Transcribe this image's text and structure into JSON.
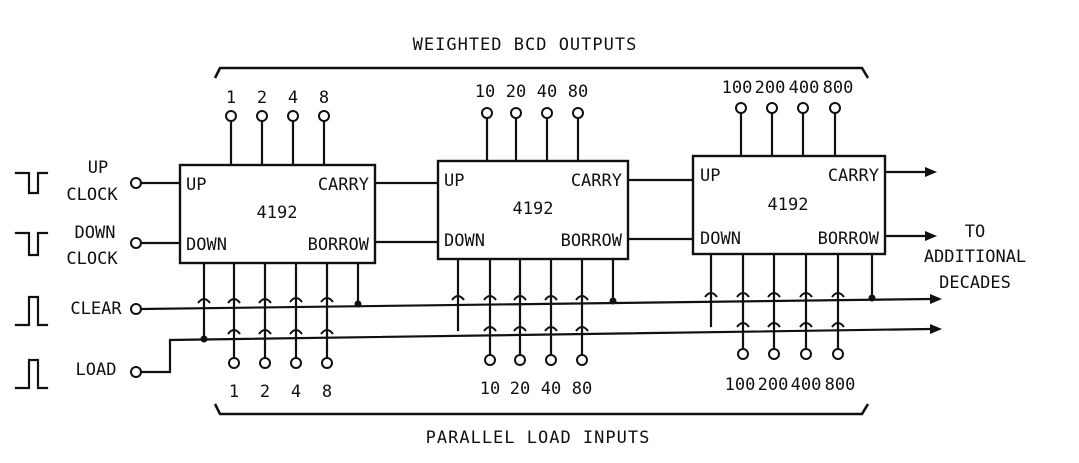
{
  "header": {
    "title": "WEIGHTED BCD OUTPUTS"
  },
  "footer": {
    "title": "PARALLEL LOAD INPUTS"
  },
  "inputs": {
    "up_clock": [
      "UP",
      "CLOCK"
    ],
    "down_clock": [
      "DOWN",
      "CLOCK"
    ],
    "clear": "CLEAR",
    "load": "LOAD"
  },
  "chips": [
    {
      "part": "4192",
      "up": "UP",
      "down": "DOWN",
      "carry": "CARRY",
      "borrow": "BORROW",
      "outputs": [
        "1",
        "2",
        "4",
        "8"
      ],
      "load_inputs": [
        "1",
        "2",
        "4",
        "8"
      ]
    },
    {
      "part": "4192",
      "up": "UP",
      "down": "DOWN",
      "carry": "CARRY",
      "borrow": "BORROW",
      "outputs": [
        "10",
        "20",
        "40",
        "80"
      ],
      "load_inputs": [
        "10",
        "20",
        "40",
        "80"
      ]
    },
    {
      "part": "4192",
      "up": "UP",
      "down": "DOWN",
      "carry": "CARRY",
      "borrow": "BORROW",
      "outputs": [
        "100",
        "200",
        "400",
        "800"
      ],
      "load_inputs": [
        "100",
        "200",
        "400",
        "800"
      ]
    }
  ],
  "to_additional": [
    "TO",
    "ADDITIONAL",
    "DECADES"
  ]
}
